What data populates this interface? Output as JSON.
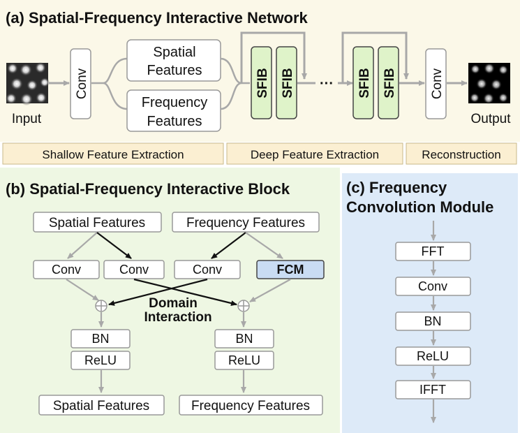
{
  "panel_a": {
    "title": "(a) Spatial-Frequency Interactive Network",
    "input_label": "Input",
    "output_label": "Output",
    "conv_label": "Conv",
    "spatial_line1": "Spatial",
    "spatial_line2": "Features",
    "frequency_line1": "Frequency",
    "frequency_line2": "Features",
    "sfib_label": "SFIB",
    "ellipsis": "···",
    "stages": [
      "Shallow Feature Extraction",
      "Deep Feature Extraction",
      "Reconstruction"
    ]
  },
  "panel_b": {
    "title": "(b) Spatial-Frequency Interactive Block",
    "spatial_features": "Spatial Features",
    "frequency_features": "Frequency Features",
    "conv": "Conv",
    "fcm": "FCM",
    "domain_line1": "Domain",
    "domain_line2": "Interaction",
    "bn": "BN",
    "relu": "ReLU"
  },
  "panel_c": {
    "title_line1": "(c) Frequency",
    "title_line2": "Convolution Module",
    "steps": [
      "FFT",
      "Conv",
      "BN",
      "ReLU",
      "IFFT"
    ]
  },
  "colors": {
    "panel_a_bg": "#fbf8e8",
    "panel_b_bg": "#eef7e3",
    "panel_c_bg": "#ddeaf8",
    "sfib_fill": "#dff3c9",
    "fcm_fill": "#c9dcf3",
    "stage_fill": "#fbefd2",
    "arrow_gray": "#a8a8a8",
    "arrow_black": "#111111"
  }
}
